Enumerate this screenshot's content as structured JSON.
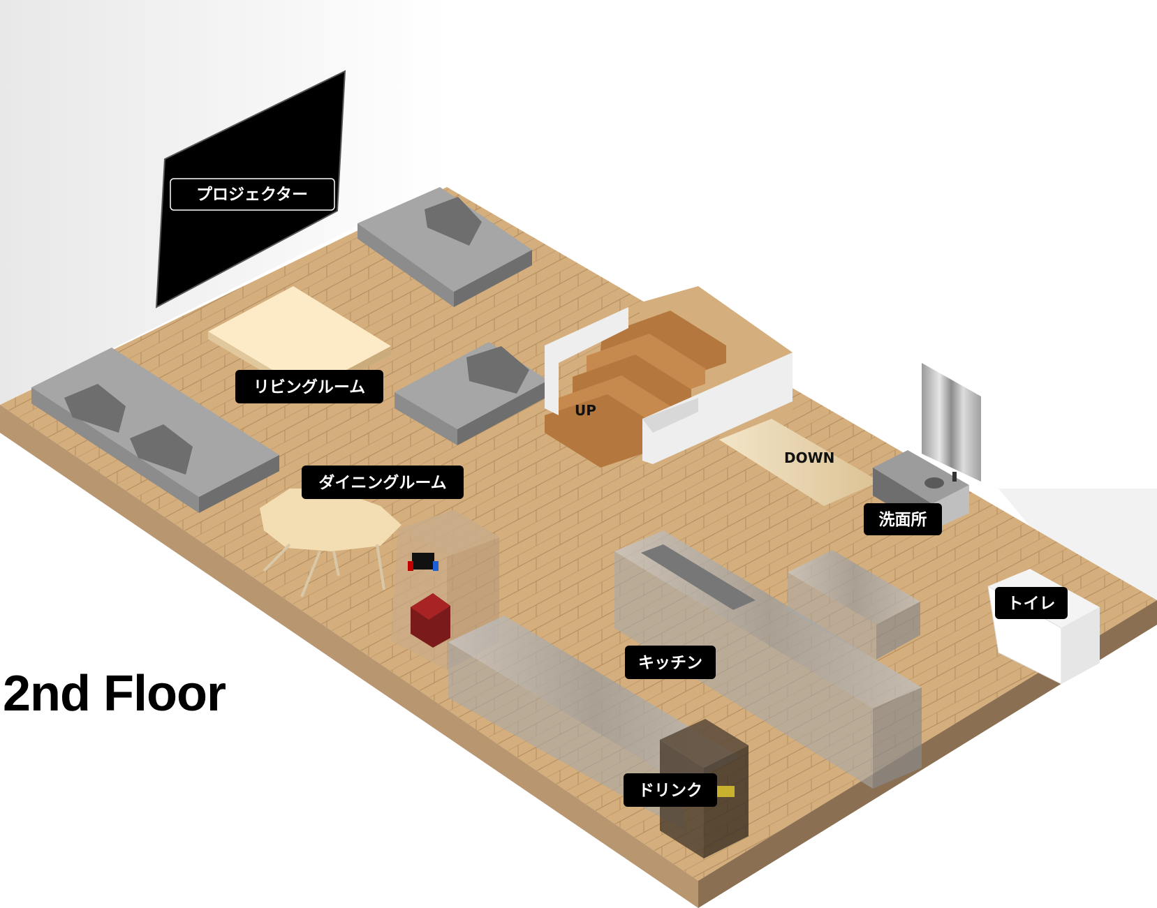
{
  "floor_title": "2nd Floor",
  "labels": {
    "projector": "プロジェクター",
    "living": "リビングルーム",
    "dining": "ダイニングルーム",
    "washroom": "洗面所",
    "toilet": "トイレ",
    "kitchen": "キッチン",
    "drink": "ドリンク"
  },
  "stairs": {
    "up": "UP",
    "down": "DOWN"
  },
  "colors": {
    "floor_wood": "#d4ae7c",
    "floor_side_dark": "#8a6f52",
    "floor_side_light": "#b89670",
    "label_bg": "#000000",
    "label_text": "#ffffff",
    "screen": "#000000",
    "sofa": "#a6a6a6",
    "sofa_dark": "#6e6e6e",
    "glass": "#bfbfbf",
    "stairs": "#c9924f"
  }
}
